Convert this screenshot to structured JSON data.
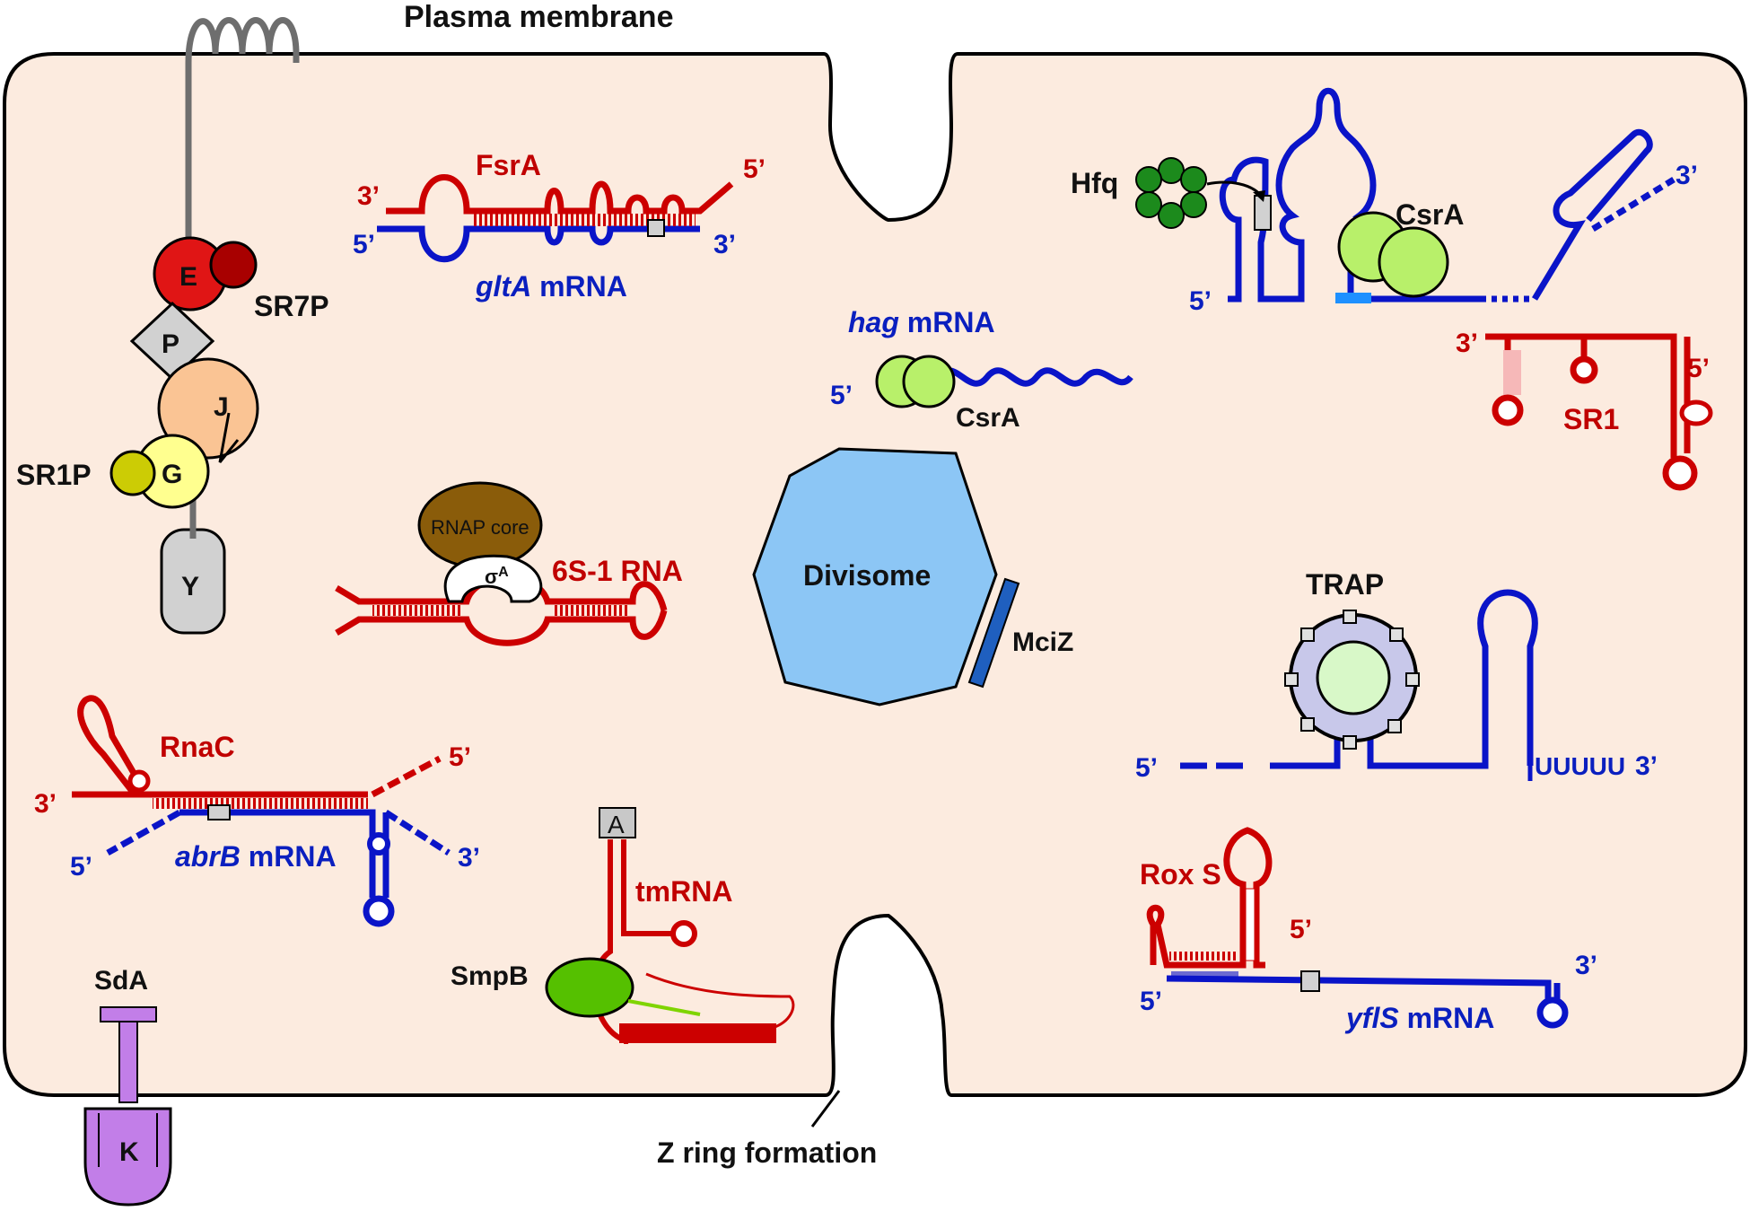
{
  "membrane": {
    "title": "Plasma membrane",
    "z_ring": "Z ring formation"
  },
  "phosphorelay": {
    "e": "E",
    "sr7p": "SR7P",
    "p": "P",
    "j": "J",
    "g": "G",
    "sr1p": "SR1P",
    "y": "Y"
  },
  "fsra": {
    "name": "FsrA",
    "top3": "3’",
    "top5": "5’",
    "bot5": "5’",
    "bot3": "3’",
    "mrna_gene": "gltA",
    "mrna_suffix": " mRNA"
  },
  "hag": {
    "gene": "hag",
    "suffix": " mRNA",
    "five": "5’",
    "csra": "CsrA"
  },
  "hfq_panel": {
    "hfq": "Hfq",
    "csra": "CsrA",
    "five": "5’",
    "three": "3’"
  },
  "sr1": {
    "name": "SR1",
    "three": "3’",
    "five": "5’"
  },
  "rnap": {
    "core": "RNAP core",
    "sigma": "σ",
    "sigma_sup": "A",
    "six_s": "6S-1 RNA"
  },
  "divisome": {
    "label": "Divisome",
    "mciz": "MciZ"
  },
  "trap": {
    "label": "TRAP",
    "five": "5’",
    "utail": "UUUUU",
    "three": "3’"
  },
  "rnac": {
    "name": "RnaC",
    "three_top": "3’",
    "five_top": "5’",
    "five_bot": "5’",
    "three_bot": "3’",
    "gene": "abrB",
    "suffix": " mRNA"
  },
  "tmrna": {
    "a": "A",
    "name": "tmRNA",
    "smpb": "SmpB"
  },
  "roxs": {
    "name": "Rox S",
    "five_red": "5’",
    "five_blue": "5’",
    "three_blue": "3’",
    "gene": "yflS",
    "suffix": " mRNA"
  },
  "kinase": {
    "sda": "SdA",
    "k": "K"
  },
  "colors": {
    "rna_red": "#cc0000",
    "rna_blue": "#0a14c8",
    "cell_fill": "#fcebdf",
    "divisome": "#8cc6f5",
    "csra_green": "#b8f06a",
    "hfq_green": "#1c8a1c"
  }
}
